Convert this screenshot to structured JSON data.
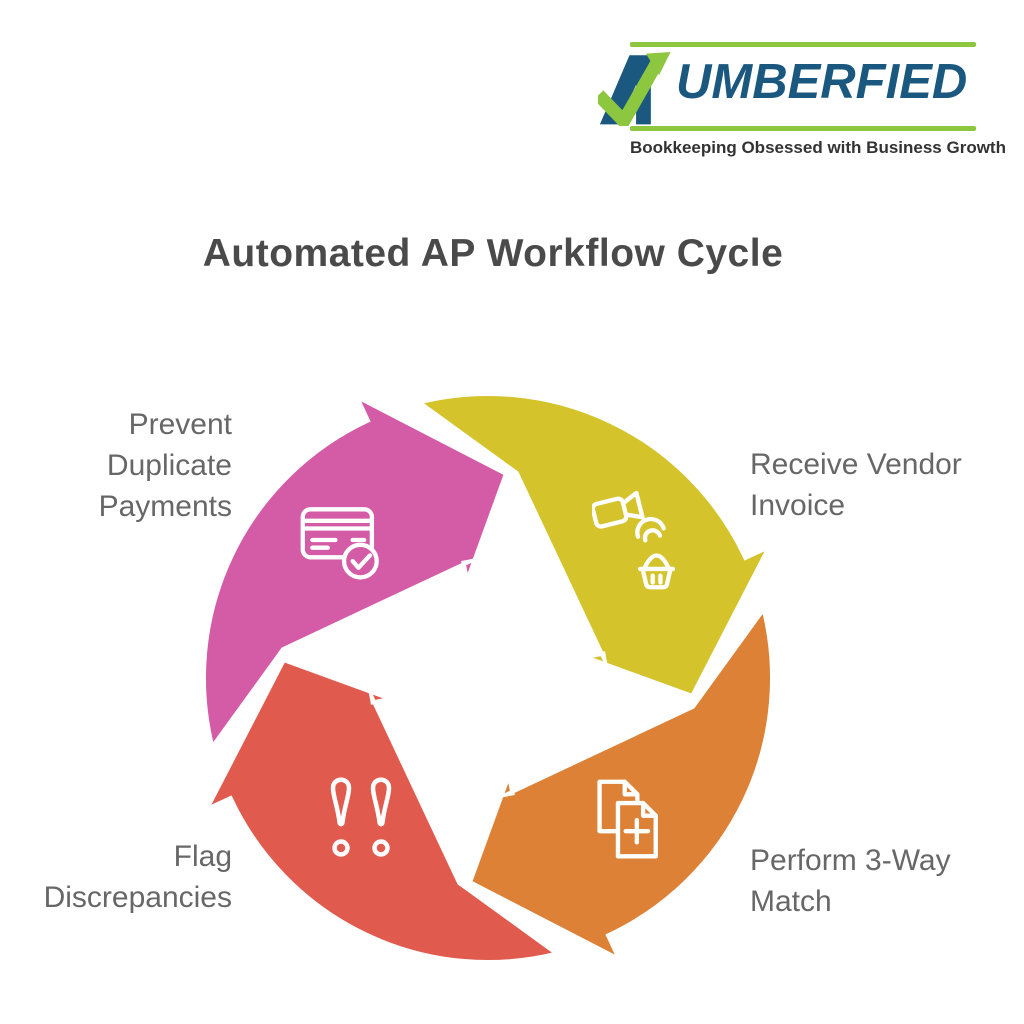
{
  "logo": {
    "name": "NUMBERFIED",
    "wordmark_tail": "UMBERFIED",
    "tagline": "Bookkeeping Obsessed with Business Growth",
    "blue": "#1a587f",
    "green": "#8dc63f"
  },
  "title": "Automated AP Workflow Cycle",
  "cycle": {
    "direction": "clockwise",
    "steps": [
      {
        "id": "receive",
        "label": "Receive Vendor\nInvoice",
        "color": "#d4c32b",
        "position": "top-right",
        "icon": "camera-scan-basket-icon"
      },
      {
        "id": "match",
        "label": "Perform 3-Way\nMatch",
        "color": "#dc8136",
        "position": "bottom-right",
        "icon": "documents-plus-icon"
      },
      {
        "id": "flag",
        "label": "Flag\nDiscrepancies",
        "color": "#e05a4e",
        "position": "bottom-left",
        "icon": "double-exclamation-icon"
      },
      {
        "id": "prevent",
        "label": "Prevent\nDuplicate\nPayments",
        "color": "#d45ba6",
        "position": "top-left",
        "icon": "card-check-icon"
      }
    ]
  }
}
